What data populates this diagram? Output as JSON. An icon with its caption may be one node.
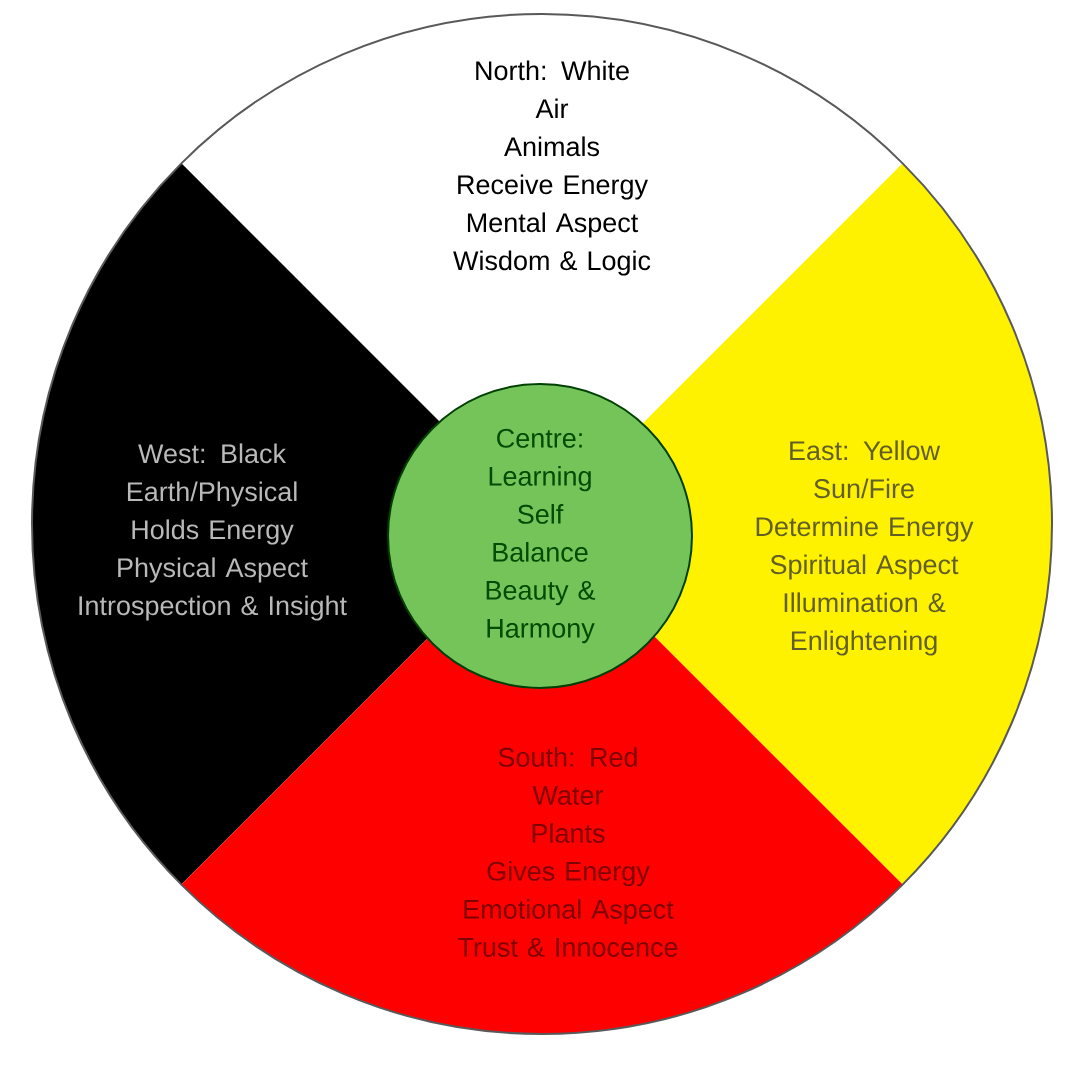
{
  "diagram": {
    "nodes": [
      {
        "text": [
          "North: White",
          "Air",
          "Animals",
          "Receive Energy",
          "Mental Aspect",
          "Wisdom & Logic"
        ]
      },
      {
        "text": [
          "West: Black",
          "Earth/Physical",
          "Holds Energy",
          "Physical Aspect",
          "Introspection & Insight"
        ]
      },
      {
        "text": [
          "East: Yellow",
          "Sun/Fire",
          "Determine Energy",
          "Spiritual Aspect",
          "Illumination & Enlightening"
        ]
      },
      {
        "text": [
          "Centre:",
          "Learning",
          "Self",
          "Balance",
          "Beauty & Harmony"
        ]
      },
      {
        "text": [
          "South: Red",
          "Water",
          "Plants",
          "Gives Energy",
          "Emotional Aspect",
          "Trust & Innocence"
        ]
      }
    ]
  }
}
